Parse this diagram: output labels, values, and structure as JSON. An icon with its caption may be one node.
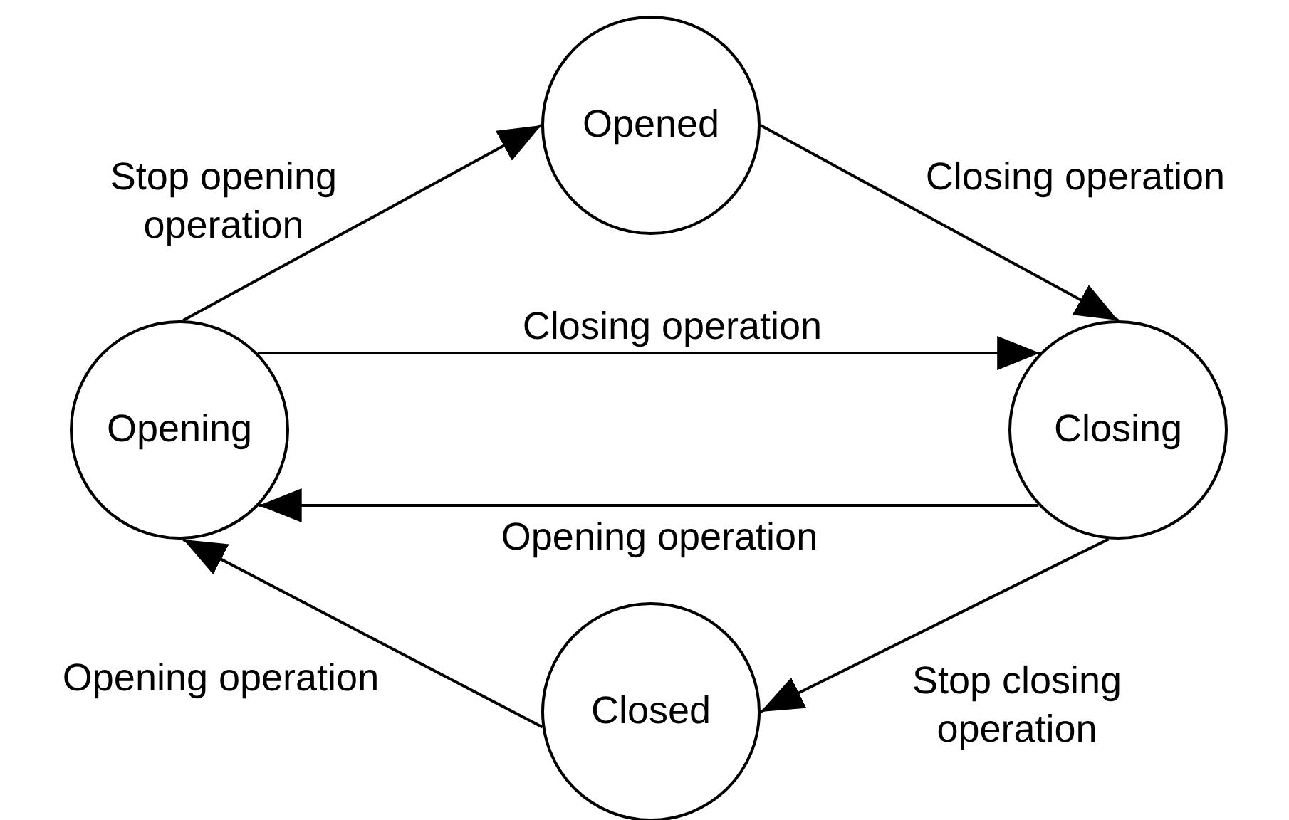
{
  "diagram": {
    "nodes": [
      {
        "text": [
          "Opened"
        ]
      },
      {
        "text": [
          "Opening"
        ]
      },
      {
        "text": [
          "Closing"
        ]
      },
      {
        "text": [
          "Closed"
        ]
      }
    ],
    "edges": [
      {
        "from": 1,
        "to": 0,
        "arrow": "to",
        "label": "Stop opening operation"
      },
      {
        "from": 0,
        "to": 2,
        "arrow": "to",
        "label": "Closing operation"
      },
      {
        "from": 1,
        "to": 2,
        "arrow": "to",
        "label": "Closing operation"
      },
      {
        "from": 2,
        "to": 1,
        "arrow": "to",
        "label": "Opening operation"
      },
      {
        "from": 2,
        "to": 3,
        "arrow": "to",
        "label": "Stop closing operation"
      },
      {
        "from": 3,
        "to": 1,
        "arrow": "to",
        "label": "Opening operation"
      }
    ]
  }
}
